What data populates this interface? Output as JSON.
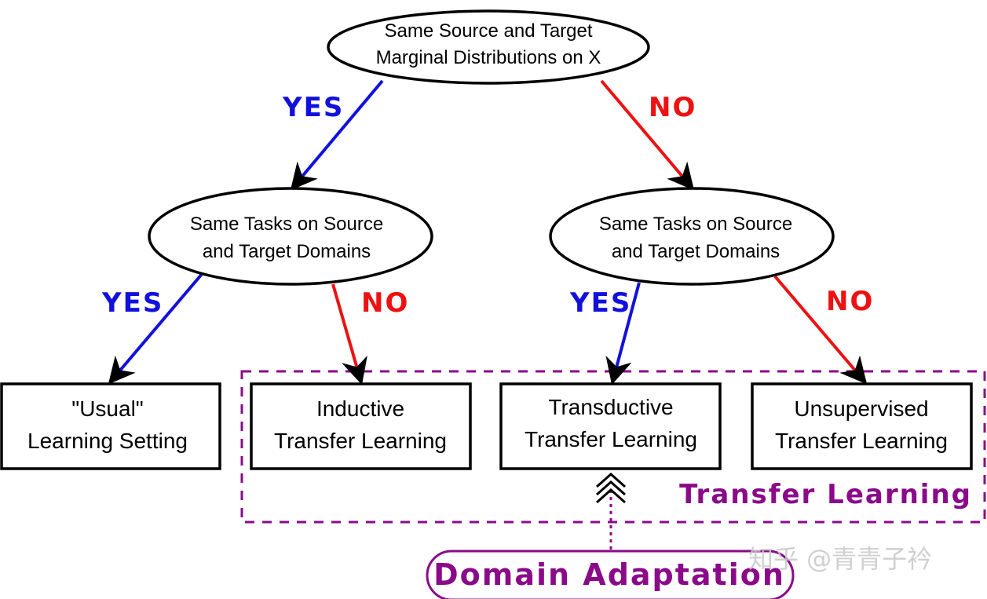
{
  "nodes": {
    "root": {
      "line1": "Same Source and Target",
      "line2": "Marginal Distributions on X"
    },
    "left": {
      "line1": "Same Tasks on Source",
      "line2": "and Target Domains"
    },
    "right": {
      "line1": "Same Tasks on Source",
      "line2": "and Target Domains"
    }
  },
  "edges": {
    "root_yes": "YES",
    "root_no": "NO",
    "left_yes": "YES",
    "left_no": "NO",
    "right_yes": "YES",
    "right_no": "NO"
  },
  "leaves": {
    "usual": {
      "line1": "\"Usual\"",
      "line2": "Learning Setting"
    },
    "inductive": {
      "line1": "Inductive",
      "line2": "Transfer Learning"
    },
    "transductive": {
      "line1": "Transductive",
      "line2": "Transfer Learning"
    },
    "unsupervised": {
      "line1": "Unsupervised",
      "line2": "Transfer Learning"
    }
  },
  "group_label": "Transfer Learning",
  "domain_adaptation_label": "Domain Adaptation",
  "watermark": "知乎 @青青子衿",
  "colors": {
    "yes": "#1111dd",
    "no": "#ee1111",
    "group": "#8a0a8a",
    "outline": "#000000"
  }
}
